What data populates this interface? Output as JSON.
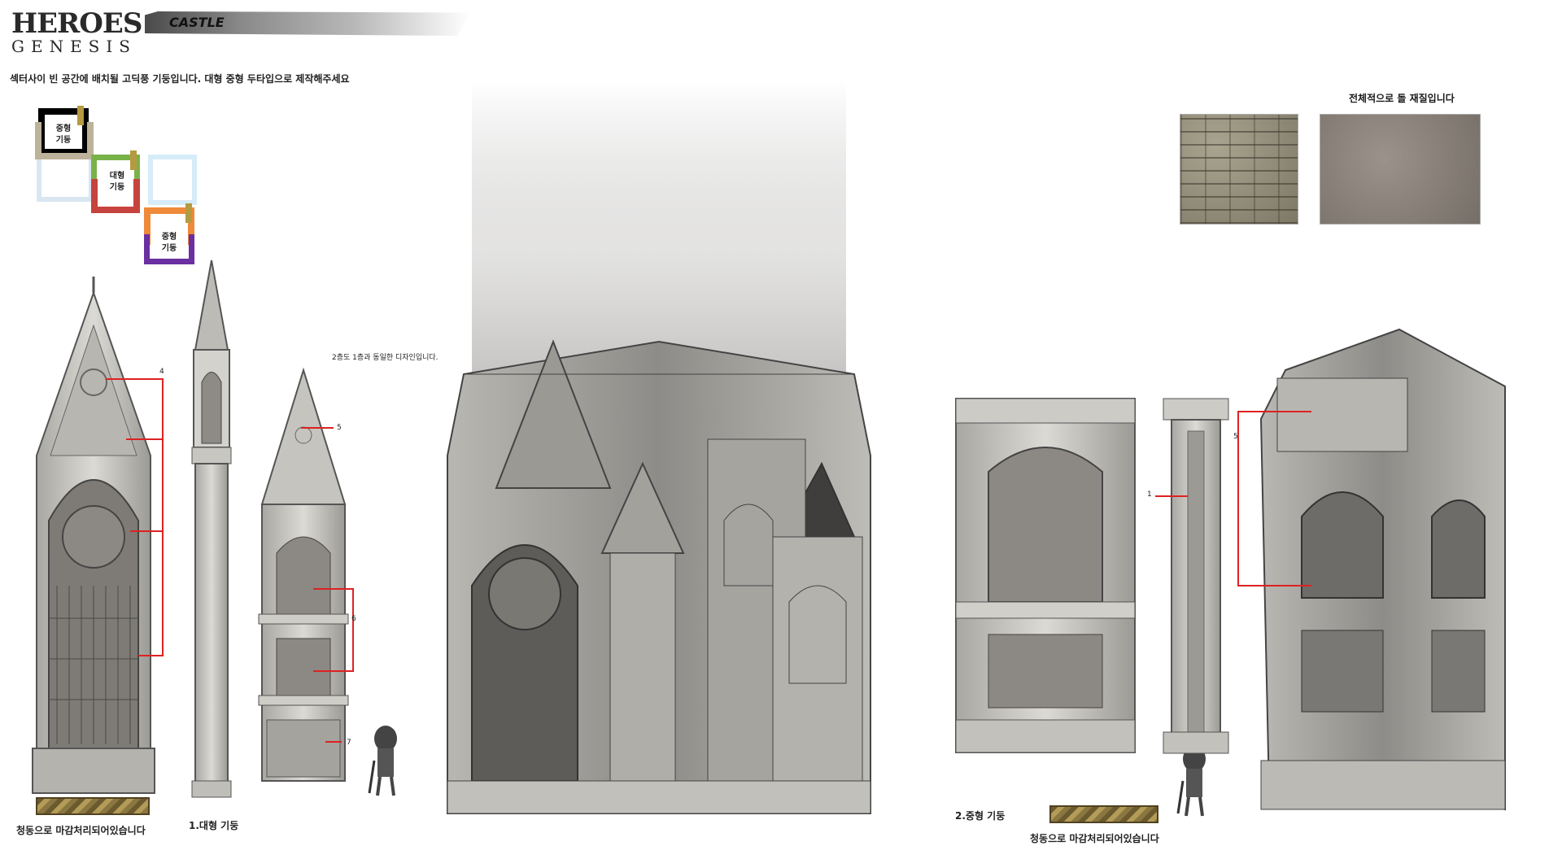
{
  "header": {
    "logo_line1": "HEROES",
    "logo_line2": "GENESIS",
    "banner_title": "CASTLE"
  },
  "description": "섹터사이 빈 공간에 배치될 고딕풍 기둥입니다. 대형 중형 두타입으로 제작해주세요",
  "minimap": {
    "label_mid_1": "중형\n기둥",
    "label_large": "대형\n기둥",
    "label_mid_2": "중형\n기둥",
    "colors": [
      "#000000",
      "#bdb39a",
      "#7ab24a",
      "#c6433e",
      "#ee8a3a",
      "#6a2fa0",
      "#cfe3f0"
    ]
  },
  "textures": {
    "title": "전체적으로 돌 재질입니다"
  },
  "captions": {
    "large_pillar": "1.대형 기둥",
    "mid_pillar": "2.중형 기둥",
    "bronze_finish_left": "청동으로 마감처리되어있습니다",
    "bronze_finish_right": "청동으로 마감처리되어있습니다",
    "second_floor_note": "2층도 1층과 동일한 디자인입니다."
  },
  "callouts": {
    "n1": "1",
    "n4": "4",
    "n5_left": "5",
    "n5_right": "5",
    "n6": "6",
    "n7": "7"
  }
}
